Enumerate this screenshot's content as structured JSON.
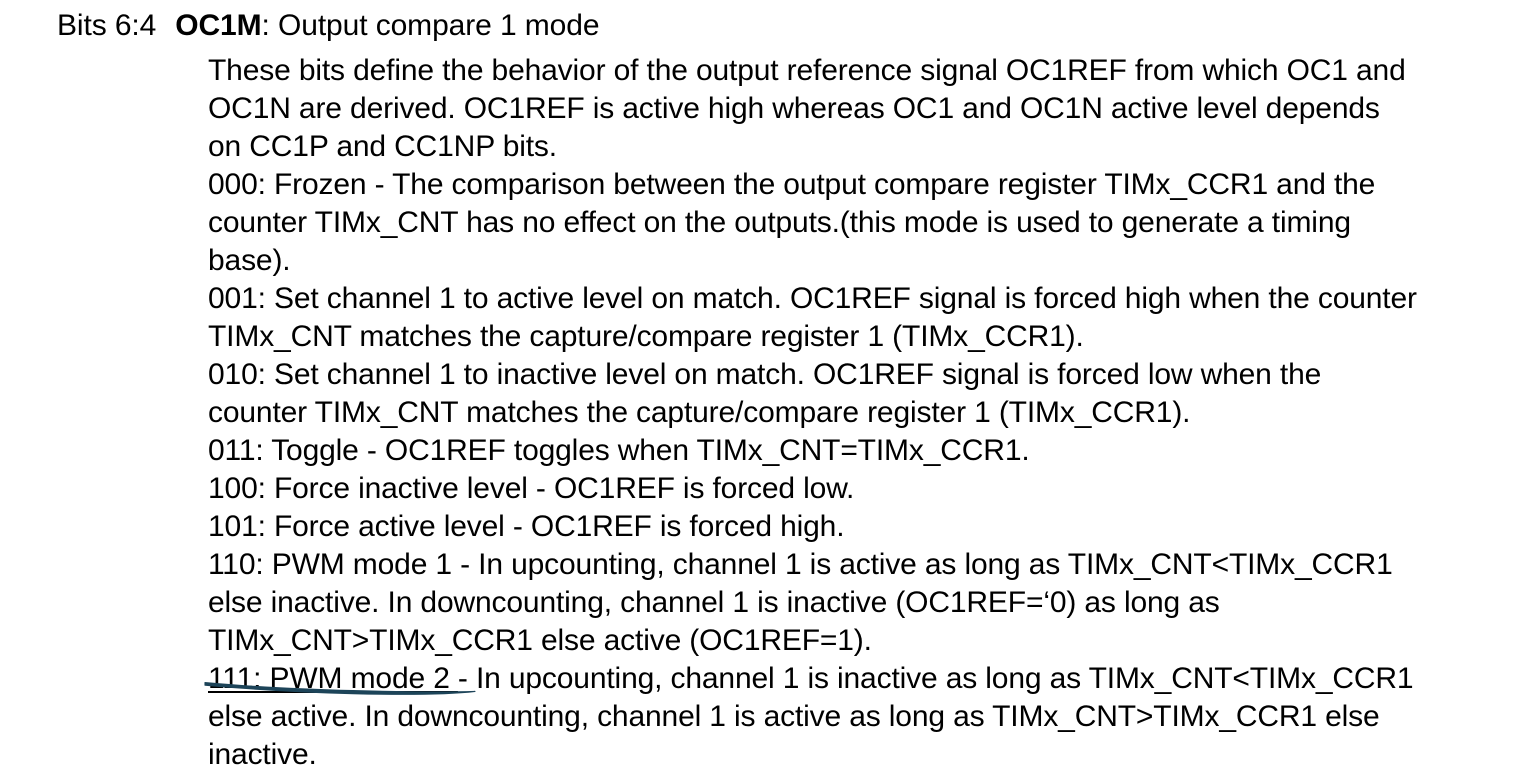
{
  "document": {
    "background_color": "#ffffff",
    "text_color": "#000000"
  },
  "header": {
    "bits_label": "Bits 6:4",
    "bit_field_name": "OC1M",
    "bit_field_description": ": Output compare 1 mode"
  },
  "body": {
    "intro_lines": [
      "These bits define the behavior of the output reference signal OC1REF from which OC1 and",
      "OC1N are derived. OC1REF is active high whereas OC1 and OC1N active level depends",
      "on CC1P and CC1NP bits."
    ],
    "mode_000": [
      "000: Frozen - The comparison between the output compare register TIMx_CCR1 and the",
      "counter TIMx_CNT has no effect on the outputs.(this mode is used to generate a timing",
      "base)."
    ],
    "mode_001": [
      "001: Set channel 1 to active level on match. OC1REF signal is forced high when the counter",
      "TIMx_CNT matches the capture/compare register 1 (TIMx_CCR1)."
    ],
    "mode_010": [
      "010: Set channel 1 to inactive level on match. OC1REF signal is forced low when the",
      "counter TIMx_CNT matches the capture/compare register 1 (TIMx_CCR1)."
    ],
    "mode_011": [
      "011: Toggle - OC1REF toggles when TIMx_CNT=TIMx_CCR1."
    ],
    "mode_100": [
      "100: Force inactive level - OC1REF is forced low."
    ],
    "mode_101": [
      "101: Force active level - OC1REF is forced high."
    ],
    "mode_110": [
      "110: PWM mode 1 - In upcounting, channel 1 is active as long as TIMx_CNT<TIMx_CCR1",
      "else inactive. In downcounting, channel 1 is inactive (OC1REF=‘0) as long as",
      "TIMx_CNT>TIMx_CCR1 else active (OC1REF=1)."
    ],
    "mode_111": {
      "underlined_prefix": "111: PWM mode 2 ",
      "line1_rest": "- In upcounting, channel 1 is inactive as long as TIMx_CNT<TIMx_CCR1",
      "line2": "else active. In downcounting, channel 1 is active as long as TIMx_CNT>TIMx_CCR1 else",
      "line3": "inactive."
    }
  },
  "annotation": {
    "name": "hand-drawn-underline",
    "color": "#1d4459",
    "target_text": "111: PWM mode 2"
  }
}
